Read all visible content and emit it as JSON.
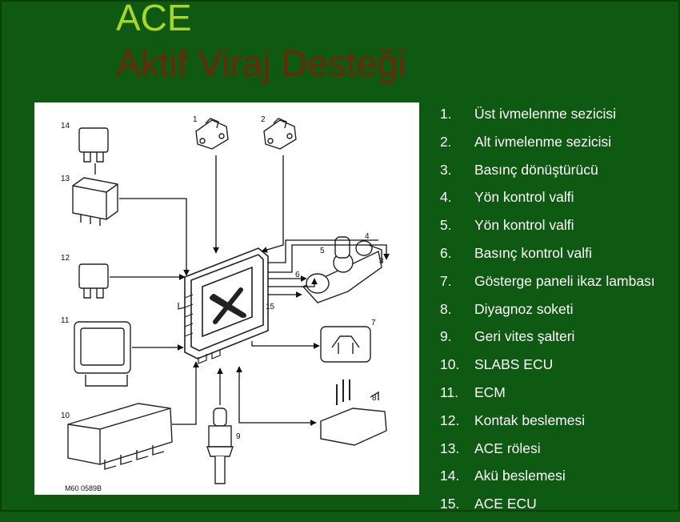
{
  "title": "ACE",
  "subtitle": "Aktif Viraj Desteği",
  "diagram": {
    "code": "M60 0589B",
    "callouts": [
      "1",
      "2",
      "3",
      "4",
      "5",
      "6",
      "7",
      "8",
      "9",
      "10",
      "11",
      "12",
      "13",
      "14",
      "15"
    ]
  },
  "legend": [
    {
      "num": "1.",
      "label": "Üst ivmelenme sezicisi"
    },
    {
      "num": "2.",
      "label": "Alt ivmelenme sezicisi"
    },
    {
      "num": "3.",
      "label": "Basınç dönüştürücü"
    },
    {
      "num": "4.",
      "label": "Yön kontrol valfi"
    },
    {
      "num": "5.",
      "label": "Yön kontrol valfi"
    },
    {
      "num": "6.",
      "label": "Basınç kontrol valfi"
    },
    {
      "num": "7.",
      "label": "Gösterge paneli ikaz lambası"
    },
    {
      "num": "8.",
      "label": "Diyagnoz soketi"
    },
    {
      "num": "9.",
      "label": "Geri vites şalteri"
    },
    {
      "num": "10.",
      "label": "SLABS ECU"
    },
    {
      "num": "11.",
      "label": "ECM"
    },
    {
      "num": "12.",
      "label": "Kontak beslemesi"
    },
    {
      "num": "13.",
      "label": "ACE rölesi"
    },
    {
      "num": "14.",
      "label": "Akü beslemesi"
    },
    {
      "num": "15.",
      "label": "ACE ECU"
    }
  ],
  "colors": {
    "background": "#0f5a12",
    "title": "#a8d626",
    "subtitle": "#6b2708",
    "legend_text": "#ffffff"
  }
}
